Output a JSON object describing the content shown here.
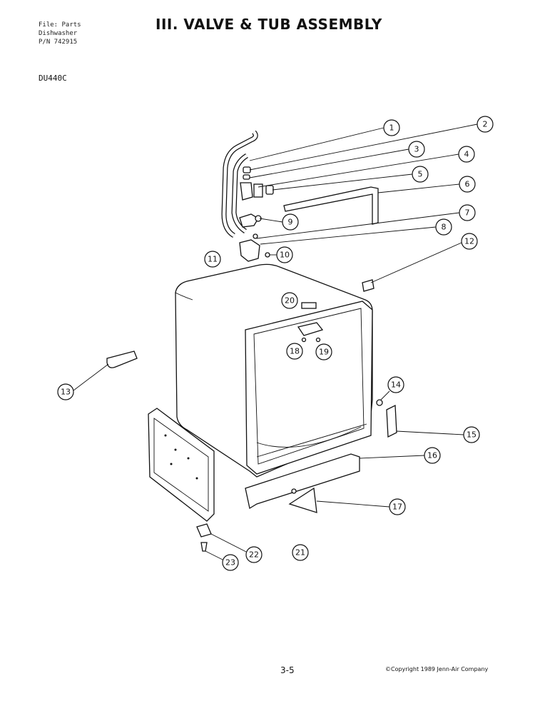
{
  "header": {
    "file_line1": "File: Parts",
    "file_line2": "Dishwasher",
    "file_line3": "P/N 742915",
    "title": "III. VALVE & TUB ASSEMBLY",
    "model": "DU440C"
  },
  "callouts": [
    "1",
    "2",
    "3",
    "4",
    "5",
    "6",
    "7",
    "8",
    "9",
    "10",
    "11",
    "12",
    "13",
    "14",
    "15",
    "16",
    "17",
    "18",
    "19",
    "20",
    "21",
    "22",
    "23"
  ],
  "footer": {
    "page": "3-5",
    "copyright": "©Copyright 1989 Jenn-Air Company"
  }
}
